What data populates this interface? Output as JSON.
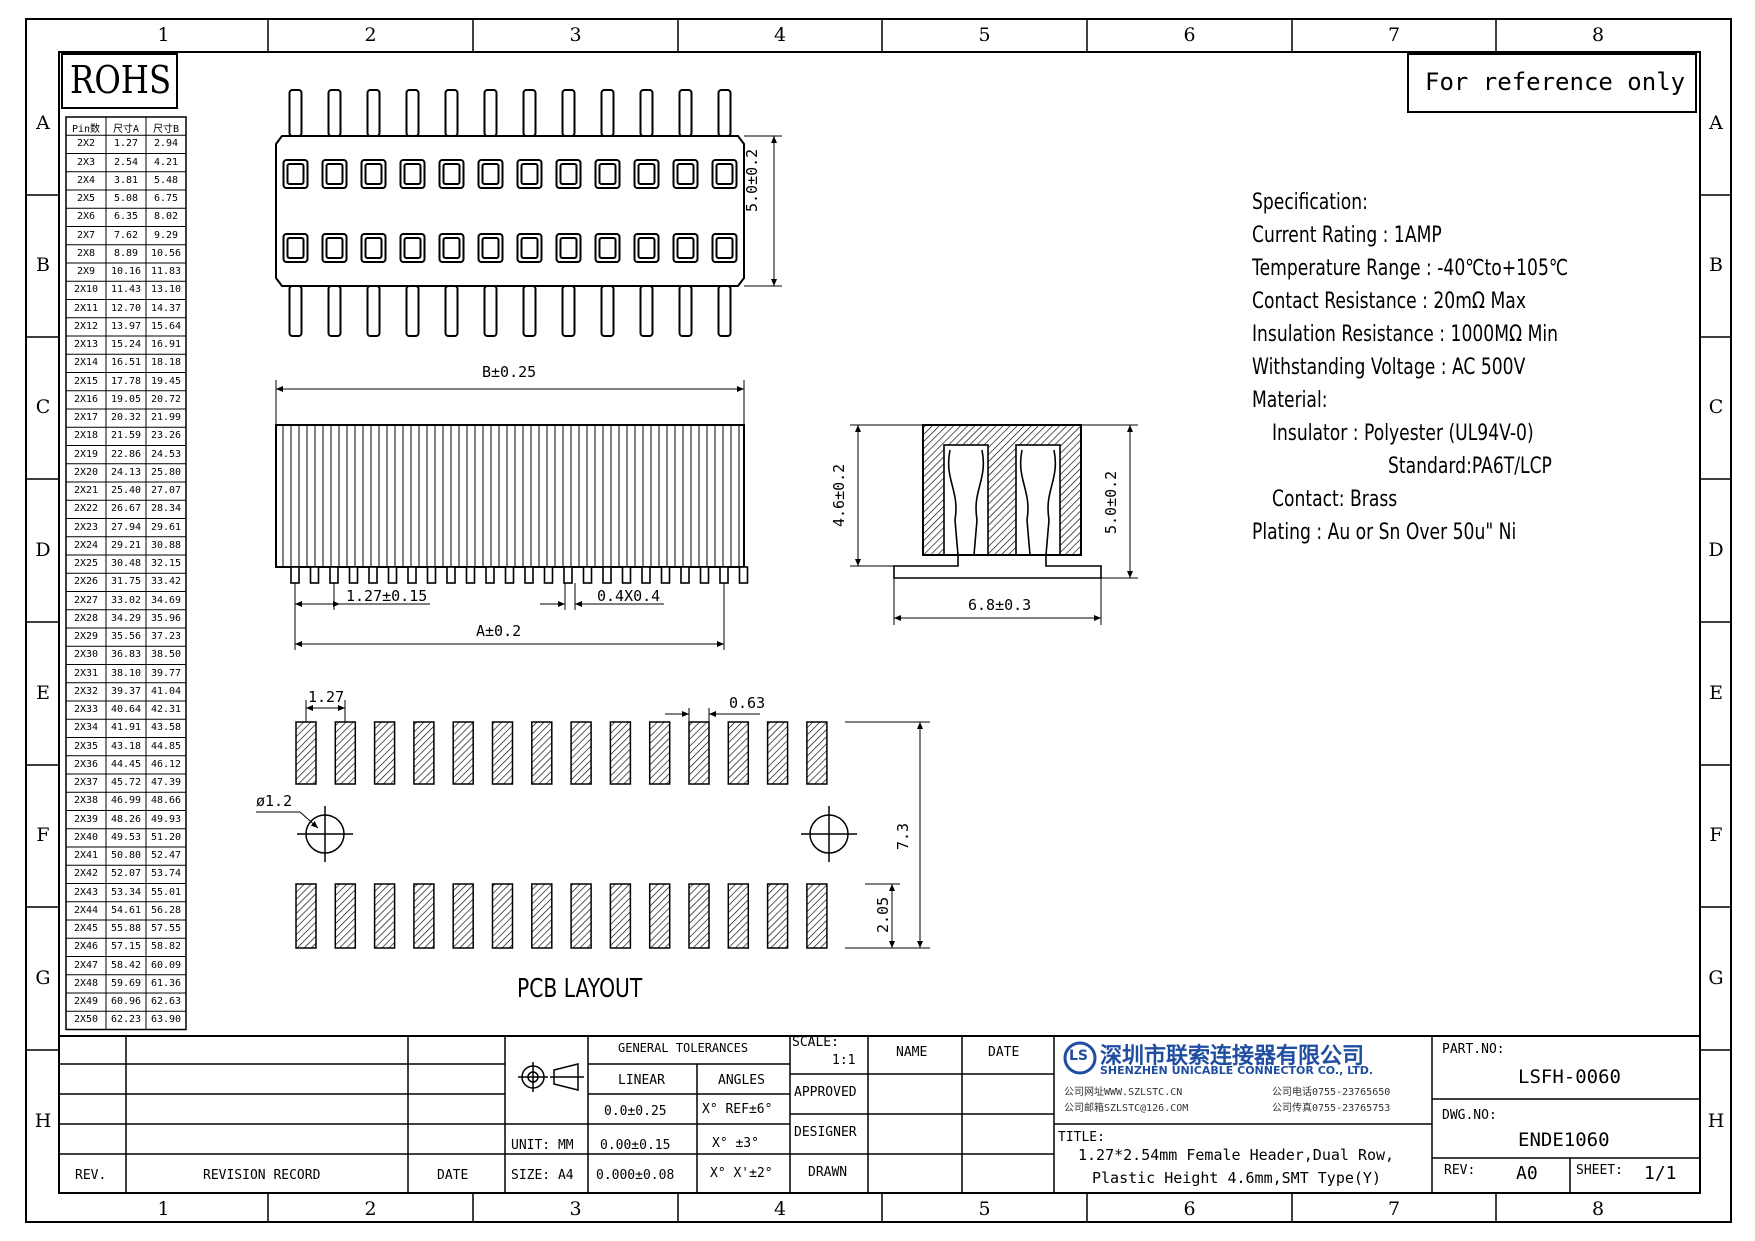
{
  "drawing": {
    "rohs": "ROHS",
    "reference_note": "For reference only",
    "zones": {
      "columns": [
        "1",
        "2",
        "3",
        "4",
        "5",
        "6",
        "7",
        "8"
      ],
      "rows": [
        "A",
        "B",
        "C",
        "D",
        "E",
        "F",
        "G",
        "H"
      ]
    },
    "pin_table": {
      "headers": [
        "Pin数",
        "尺寸A",
        "尺寸B"
      ],
      "rows": [
        [
          "2X2",
          "1.27",
          "2.94"
        ],
        [
          "2X3",
          "2.54",
          "4.21"
        ],
        [
          "2X4",
          "3.81",
          "5.48"
        ],
        [
          "2X5",
          "5.08",
          "6.75"
        ],
        [
          "2X6",
          "6.35",
          "8.02"
        ],
        [
          "2X7",
          "7.62",
          "9.29"
        ],
        [
          "2X8",
          "8.89",
          "10.56"
        ],
        [
          "2X9",
          "10.16",
          "11.83"
        ],
        [
          "2X10",
          "11.43",
          "13.10"
        ],
        [
          "2X11",
          "12.70",
          "14.37"
        ],
        [
          "2X12",
          "13.97",
          "15.64"
        ],
        [
          "2X13",
          "15.24",
          "16.91"
        ],
        [
          "2X14",
          "16.51",
          "18.18"
        ],
        [
          "2X15",
          "17.78",
          "19.45"
        ],
        [
          "2X16",
          "19.05",
          "20.72"
        ],
        [
          "2X17",
          "20.32",
          "21.99"
        ],
        [
          "2X18",
          "21.59",
          "23.26"
        ],
        [
          "2X19",
          "22.86",
          "24.53"
        ],
        [
          "2X20",
          "24.13",
          "25.80"
        ],
        [
          "2X21",
          "25.40",
          "27.07"
        ],
        [
          "2X22",
          "26.67",
          "28.34"
        ],
        [
          "2X23",
          "27.94",
          "29.61"
        ],
        [
          "2X24",
          "29.21",
          "30.88"
        ],
        [
          "2X25",
          "30.48",
          "32.15"
        ],
        [
          "2X26",
          "31.75",
          "33.42"
        ],
        [
          "2X27",
          "33.02",
          "34.69"
        ],
        [
          "2X28",
          "34.29",
          "35.96"
        ],
        [
          "2X29",
          "35.56",
          "37.23"
        ],
        [
          "2X30",
          "36.83",
          "38.50"
        ],
        [
          "2X31",
          "38.10",
          "39.77"
        ],
        [
          "2X32",
          "39.37",
          "41.04"
        ],
        [
          "2X33",
          "40.64",
          "42.31"
        ],
        [
          "2X34",
          "41.91",
          "43.58"
        ],
        [
          "2X35",
          "43.18",
          "44.85"
        ],
        [
          "2X36",
          "44.45",
          "46.12"
        ],
        [
          "2X37",
          "45.72",
          "47.39"
        ],
        [
          "2X38",
          "46.99",
          "48.66"
        ],
        [
          "2X39",
          "48.26",
          "49.93"
        ],
        [
          "2X40",
          "49.53",
          "51.20"
        ],
        [
          "2X41",
          "50.80",
          "52.47"
        ],
        [
          "2X42",
          "52.07",
          "53.74"
        ],
        [
          "2X43",
          "53.34",
          "55.01"
        ],
        [
          "2X44",
          "54.61",
          "56.28"
        ],
        [
          "2X45",
          "55.88",
          "57.55"
        ],
        [
          "2X46",
          "57.15",
          "58.82"
        ],
        [
          "2X47",
          "58.42",
          "60.09"
        ],
        [
          "2X48",
          "59.69",
          "61.36"
        ],
        [
          "2X49",
          "60.96",
          "62.63"
        ],
        [
          "2X50",
          "62.23",
          "63.90"
        ]
      ]
    },
    "dimensions": {
      "top_height": "5.0±0.2",
      "b_length": "B±0.25",
      "pitch": "1.27±0.15",
      "pin_section": "0.4X0.4",
      "a_length": "A±0.2",
      "side_height": "4.6±0.2",
      "side_total_height": "5.0±0.2",
      "side_width": "6.8±0.3",
      "pcb_pitch": "1.27",
      "pcb_pad_width": "0.63",
      "pcb_hole": "ø1.2",
      "pcb_row_spacing": "7.3",
      "pcb_pad_length": "2.05"
    },
    "pcb_label": "PCB LAYOUT",
    "specification": [
      "Specification:",
      "Current Rating : 1AMP",
      "Temperature Range : -40℃to+105℃",
      "Contact Resistance : 20mΩ Max",
      "Insulation Resistance : 1000MΩ Min",
      "Withstanding Voltage : AC 500V",
      "Material:",
      "Insulator : Polyester (UL94V-0)",
      "Standard:PA6T/LCP",
      "Contact: Brass",
      "Plating : Au or Sn Over 50u\" Ni"
    ]
  },
  "title_block": {
    "revision": {
      "rev": "REV.",
      "record": "REVISION RECORD",
      "date": "DATE"
    },
    "tolerances": {
      "header": "GENERAL TOLERANCES",
      "linear": "LINEAR",
      "angles": "ANGLES",
      "lin1": "0.0±0.25",
      "ang1": "X° REF±6°",
      "lin2": "0.00±0.15",
      "ang2": "X° ±3°",
      "lin3": "0.000±0.08",
      "ang3": "X° X'±2°",
      "unit": "UNIT: MM",
      "size": "SIZE: A4"
    },
    "scale_label": "SCALE:",
    "scale_value": "1:1",
    "name": "NAME",
    "date": "DATE",
    "approved": "APPROVED",
    "designer": "DESIGNER",
    "drawn": "DRAWN",
    "company_cn": "深圳市联索连接器有限公司",
    "company_en": "SHENZHEN UNICABLE CONNECTOR CO., LTD.",
    "website": "公司网址WWW.SZLSTC.CN",
    "phone": "公司电话0755-23765650",
    "email": "公司邮箱SZLSTC@126.COM",
    "fax": "公司传真0755-23765753",
    "logo_text": "LS",
    "title_label": "TITLE:",
    "title_line1": "1.27*2.54mm Female Header,Dual Row,",
    "title_line2": "Plastic Height 4.6mm,SMT Type(Y)",
    "part_no_label": "PART.NO:",
    "part_no": "LSFH-0060",
    "dwg_no_label": "DWG.NO:",
    "dwg_no": "ENDE1060",
    "rev_label": "REV:",
    "rev_value": "A0",
    "sheet_label": "SHEET:",
    "sheet_value": "1/1"
  },
  "colors": {
    "logo_blue": "#1f4ea1",
    "line": "#000000"
  }
}
